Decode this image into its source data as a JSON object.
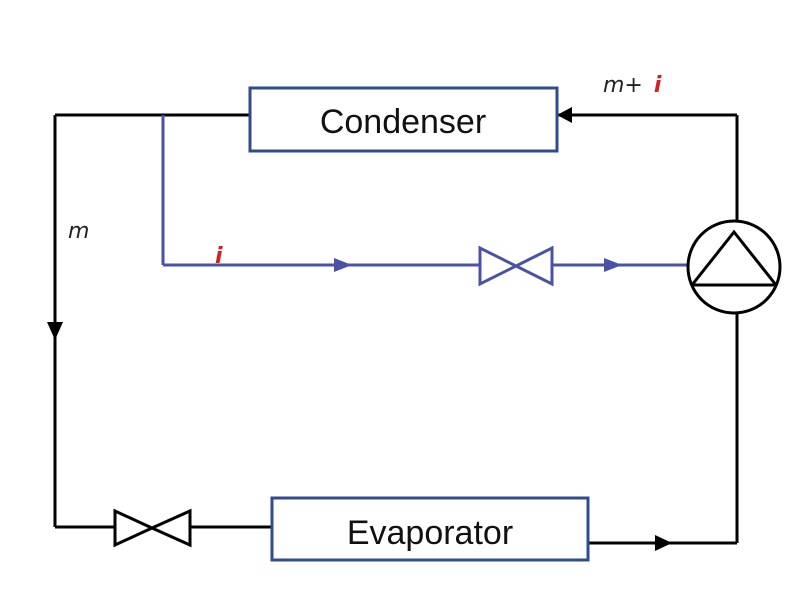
{
  "components": {
    "condenser": {
      "label": "Condenser"
    },
    "evaporator": {
      "label": "Evaporator"
    }
  },
  "flow_labels": {
    "main_loop": "m",
    "injection": "i",
    "compressor_outlet_m": "m+",
    "compressor_outlet_i": "i"
  },
  "colors": {
    "main_line": "#000000",
    "injection_line": "#4a52a8",
    "box_border": "#2f4c8f",
    "injection_label": "#d42020",
    "main_label": "#222222"
  }
}
